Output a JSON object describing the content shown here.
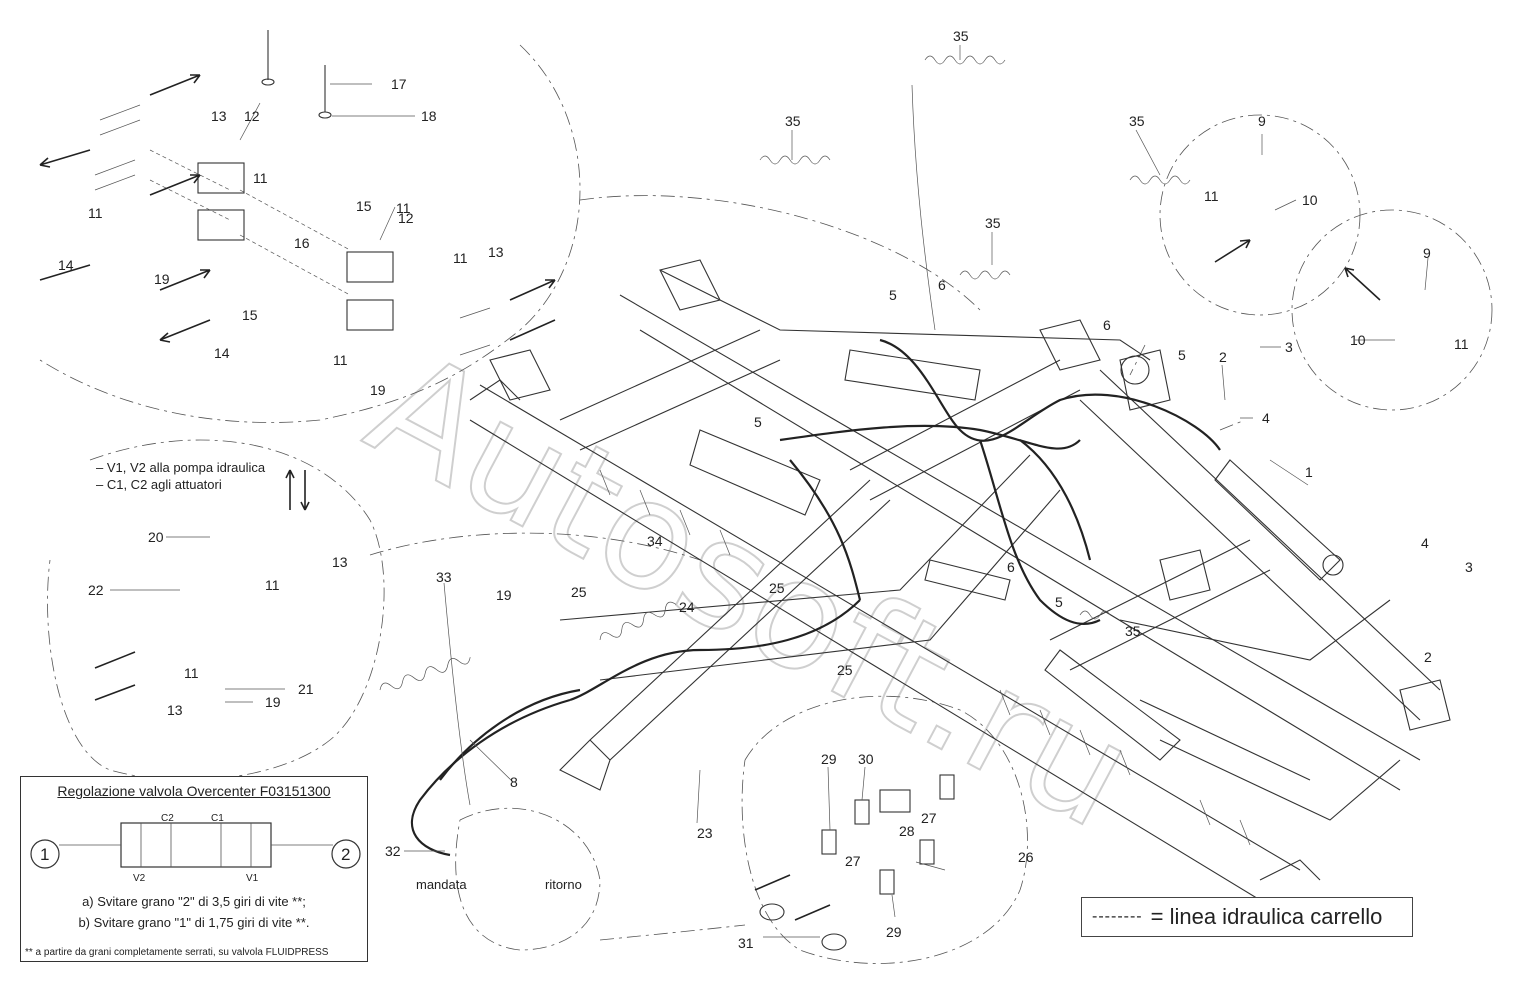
{
  "callouts": {
    "c35a": "35",
    "c35b": "35",
    "c35c": "35",
    "c35d": "35",
    "c35e": "35",
    "c17": "17",
    "c18": "18",
    "c12a": "12",
    "c12b": "12",
    "c13a": "13",
    "c13b": "13",
    "c13c": "13",
    "c13d": "13",
    "c11a": "11",
    "c11b": "11",
    "c11c": "11",
    "c11d": "11",
    "c11e": "11",
    "c11f": "11",
    "c11g": "11",
    "c11h": "11",
    "c11i": "11",
    "c15a": "15",
    "c15b": "15",
    "c16": "16",
    "c14a": "14",
    "c14b": "14",
    "c19a": "19",
    "c19b": "19",
    "c19c": "19",
    "c19d": "19",
    "c9a": "9",
    "c9b": "9",
    "c10a": "10",
    "c10b": "10",
    "c5a": "5",
    "c5b": "5",
    "c5c": "5",
    "c5d": "5",
    "c6a": "6",
    "c6b": "6",
    "c6c": "6",
    "c2a": "2",
    "c2b": "2",
    "c3a": "3",
    "c3b": "3",
    "c4a": "4",
    "c4b": "4",
    "c1": "1",
    "c20": "20",
    "c22": "22",
    "c21": "21",
    "c33": "33",
    "c34": "34",
    "c24": "24",
    "c25a": "25",
    "c25b": "25",
    "c25c": "25",
    "c23": "23",
    "c8": "8",
    "c32": "32",
    "c29a": "29",
    "c29b": "29",
    "c30": "30",
    "c28": "28",
    "c27a": "27",
    "c27b": "27",
    "c26": "26",
    "c31": "31"
  },
  "valve_info": {
    "line1": "– V1, V2 alla pompa idraulica",
    "line2": "– C1, C2 agli attuatori"
  },
  "hose_labels": {
    "mandata": "mandata",
    "ritorno": "ritorno"
  },
  "note": {
    "title": "Regolazione valvola Overcenter F03151300",
    "port_c2": "C2",
    "port_c1": "C1",
    "port_v2": "V2",
    "port_v1": "V1",
    "screw1": "1",
    "screw2": "2",
    "step_a": "a) Svitare grano \"2\" di 3,5 giri di vite **;",
    "step_b": "b) Svitare grano \"1\" di 1,75 giri di vite **.",
    "footnote": "** a partire da grani completamente serrati, su valvola FLUIDPRESS"
  },
  "legend": {
    "dashes": "--------",
    "label": "= linea idraulica carrello"
  },
  "watermark": "Autosoft.ru"
}
